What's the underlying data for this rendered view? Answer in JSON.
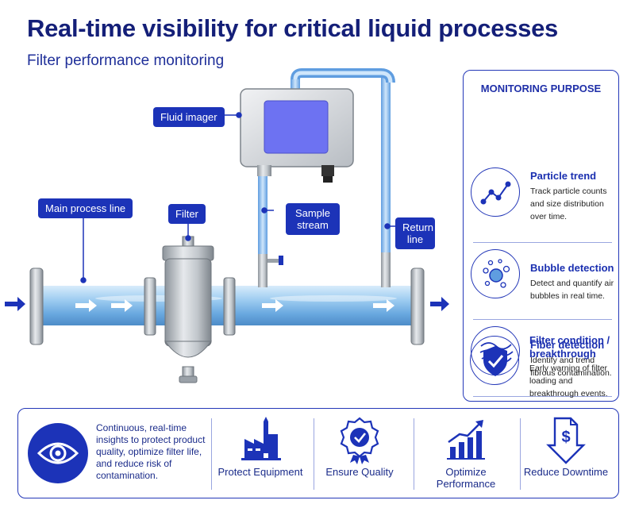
{
  "header": {
    "title": "Real-time visibility for critical liquid processes",
    "subtitle": "Filter performance monitoring"
  },
  "callouts": {
    "fluid_imager": "Fluid imager",
    "main_process_line": "Main process line",
    "filter": "Filter",
    "sample_stream": "Sample stream",
    "return_line": "Return line"
  },
  "purpose": {
    "title": "MONITORING PURPOSE",
    "items": [
      {
        "title": "Particle trend",
        "description": "Track particle counts and size distribution over time.",
        "icon": "trend-chart-icon"
      },
      {
        "title": "Bubble detection",
        "description": "Detect and quantify air bubbles in real time.",
        "icon": "bubbles-icon"
      },
      {
        "title": "Fiber detection",
        "description": "Identify and trend fibrous contamination.",
        "icon": "fibers-icon"
      },
      {
        "title": "Filter condition / breakthrough",
        "description": "Early warning of filter loading and breakthrough events.",
        "icon": "shield-check-icon"
      }
    ]
  },
  "benefits": {
    "summary": "Continuous, real-time insights to protect product quality, optimize filter life, and reduce risk of contamination.",
    "items": [
      {
        "label": "Protect Equipment",
        "icon": "factory-icon"
      },
      {
        "label": "Ensure Quality",
        "icon": "quality-badge-icon"
      },
      {
        "label": "Optimize Performance",
        "icon": "bar-growth-icon"
      },
      {
        "label": "Reduce Downtime",
        "icon": "dollar-down-icon"
      }
    ]
  },
  "colors": {
    "brand": "#1c33b8",
    "title": "#141f78",
    "pipe_fluid": "#8fc3ee",
    "steel": "#b9bec4"
  }
}
